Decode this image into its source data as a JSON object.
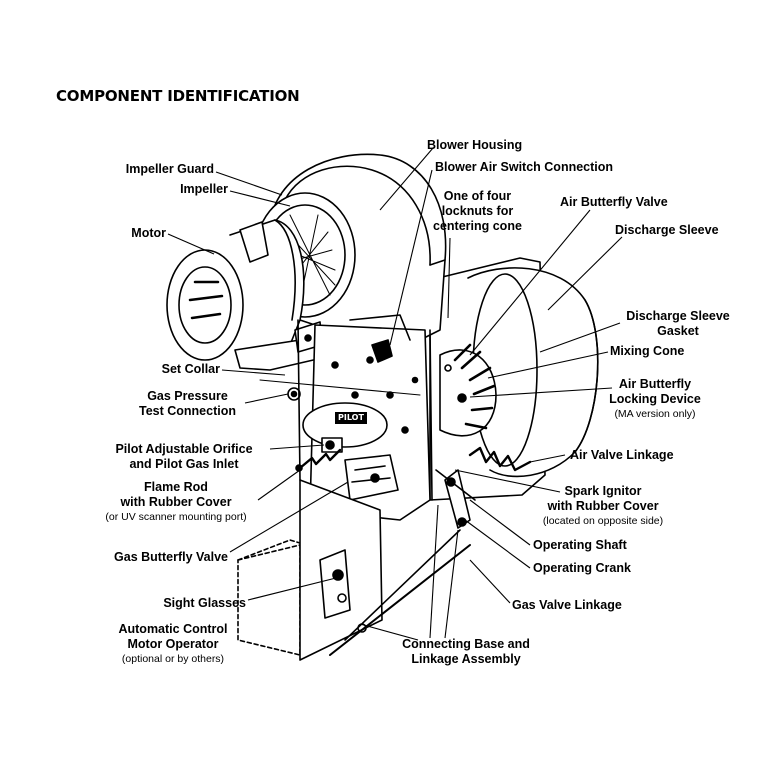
{
  "title": "COMPONENT IDENTIFICATION",
  "labels": {
    "blower_housing": "Blower Housing",
    "blower_air_switch": "Blower Air Switch Connection",
    "locknuts": [
      "One of four",
      "locknuts for",
      "centering cone"
    ],
    "air_butterfly_valve": "Air Butterfly Valve",
    "discharge_sleeve": "Discharge Sleeve",
    "impeller_guard": "Impeller Guard",
    "impeller": "Impeller",
    "motor": "Motor",
    "discharge_sleeve_gasket": [
      "Discharge Sleeve",
      "Gasket"
    ],
    "mixing_cone": "Mixing Cone",
    "set_collar": "Set Collar",
    "gas_pressure_test": [
      "Gas Pressure",
      "Test Connection"
    ],
    "air_butterfly_locking": [
      "Air Butterfly",
      "Locking Device"
    ],
    "air_butterfly_locking_note": "(MA version only)",
    "pilot_orifice": [
      "Pilot Adjustable Orifice",
      "and Pilot Gas Inlet"
    ],
    "air_valve_linkage": "Air Valve Linkage",
    "flame_rod": [
      "Flame Rod",
      "with Rubber Cover"
    ],
    "flame_rod_note": "(or UV scanner mounting port)",
    "spark_ignitor": [
      "Spark Ignitor",
      "with Rubber Cover"
    ],
    "spark_ignitor_note": "(located on opposite side)",
    "operating_shaft": "Operating Shaft",
    "gas_butterfly_valve": "Gas Butterfly Valve",
    "operating_crank": "Operating Crank",
    "sight_glasses": "Sight Glasses",
    "gas_valve_linkage": "Gas Valve Linkage",
    "auto_control": [
      "Automatic Control",
      "Motor Operator"
    ],
    "auto_control_note": "(optional or by others)",
    "connecting_base": [
      "Connecting Base and",
      "Linkage Assembly"
    ],
    "pilot_plate": "PILOT"
  }
}
